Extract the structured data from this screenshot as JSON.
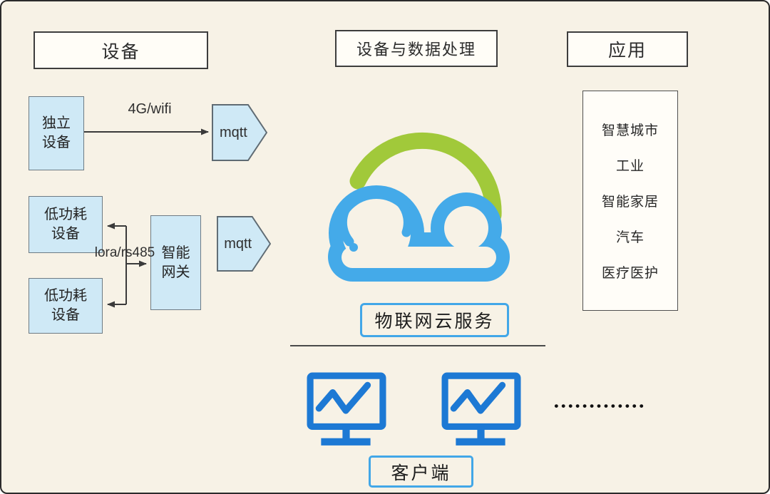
{
  "colors": {
    "background": "#f7f2e6",
    "node_fill": "#cfe9f6",
    "node_border": "#6e7b84",
    "header_border": "#3d3d3d",
    "accent_blue": "#42a7e8",
    "cloud_blue": "#44aae9",
    "cloud_green": "#a1c93a",
    "monitor_blue": "#1d79d4",
    "connector_line": "#3a3a3a"
  },
  "headers": {
    "devices": "设备",
    "processing": "设备与数据处理",
    "applications": "应用"
  },
  "device_layer": {
    "standalone_device": "独立\n设备",
    "link_4g_wifi": "4G/wifi",
    "mqtt_1": "mqtt",
    "low_power_device_1": "低功耗\n设备",
    "low_power_device_2": "低功耗\n设备",
    "gateway": "智能\n网关",
    "link_lora_rs485": "lora/rs485",
    "mqtt_2": "mqtt"
  },
  "cloud": {
    "service_label": "物联网云服务"
  },
  "applications": {
    "items": [
      "智慧城市",
      "工业",
      "智能家居",
      "汽车",
      "医疗医护"
    ]
  },
  "clients": {
    "label": "客户端",
    "monitor_count": 2,
    "dots": "•••••••••••••"
  }
}
